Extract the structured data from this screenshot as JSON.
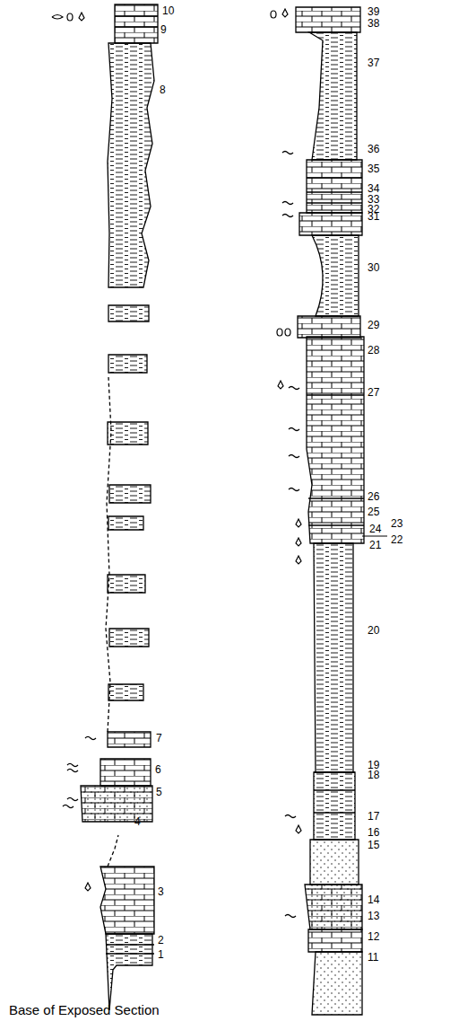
{
  "diagram": {
    "labels": [
      "10",
      "9",
      "8",
      "7",
      "6",
      "5",
      "4",
      "3",
      "2",
      "1",
      "Base of Exposed Section",
      "39",
      "38",
      "37",
      "36",
      "35",
      "34",
      "33",
      "32",
      "31",
      "30",
      "29",
      "28",
      "27",
      "26",
      "25",
      "24",
      "23",
      "22",
      "21",
      "20",
      "19",
      "18",
      "17",
      "16",
      "15",
      "14",
      "13",
      "12",
      "11"
    ]
  }
}
